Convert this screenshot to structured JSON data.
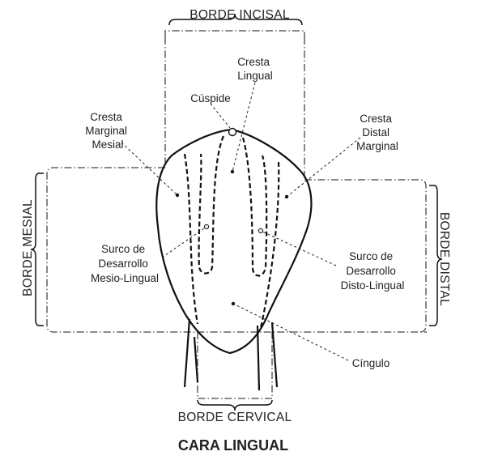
{
  "borders": {
    "top": "BORDE INCISAL",
    "bottom": "BORDE CERVICAL",
    "left": "BORDE MESIAL",
    "right": "BORDE DISTAL"
  },
  "labels": {
    "cresta_lingual": [
      "Cresta",
      "Lingual"
    ],
    "cuspide": "Cúspide",
    "cresta_marginal_mesial": [
      "Cresta",
      "Marginal",
      "Mesial"
    ],
    "cresta_distal_marginal": [
      "Cresta",
      "Distal",
      "Marginal"
    ],
    "surco_mesio_lingual": [
      "Surco de",
      "Desarrollo",
      "Mesio-Lingual"
    ],
    "surco_disto_lingual": [
      "Surco de",
      "Desarrollo",
      "Disto-Lingual"
    ],
    "cingulo": "Cíngulo"
  },
  "title": "CARA LINGUAL"
}
